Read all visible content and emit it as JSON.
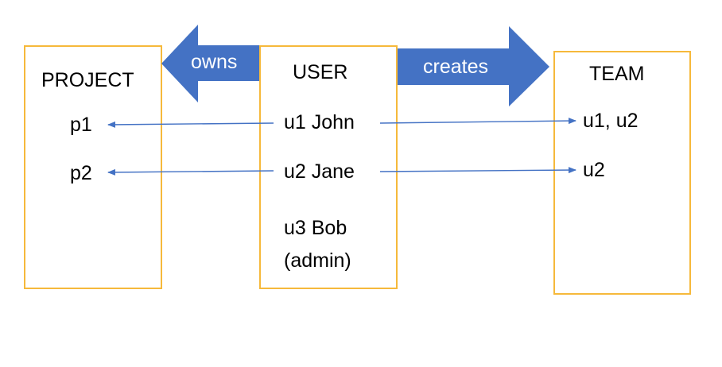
{
  "colors": {
    "box_border": "#f6b93b",
    "block_arrow_fill": "#4472c4",
    "connector_line": "#4472c4",
    "text": "#000000",
    "arrow_text": "#ffffff"
  },
  "arrows": {
    "owns": {
      "label": "owns",
      "direction": "left"
    },
    "creates": {
      "label": "creates",
      "direction": "right"
    }
  },
  "project": {
    "title": "PROJECT",
    "items": [
      "p1",
      "p2"
    ]
  },
  "user": {
    "title": "USER",
    "items": [
      "u1 John",
      "u2 Jane"
    ],
    "bob": {
      "line1": "u3 Bob",
      "line2": "(admin)"
    }
  },
  "team": {
    "title": "TEAM",
    "items": [
      "u1, u2",
      "u2"
    ]
  },
  "connectors": [
    {
      "from": "u1 John",
      "to": "p1"
    },
    {
      "from": "u2 Jane",
      "to": "p2"
    },
    {
      "from": "u1 John",
      "to": "u1, u2"
    },
    {
      "from": "u2 Jane",
      "to": "u2"
    }
  ]
}
